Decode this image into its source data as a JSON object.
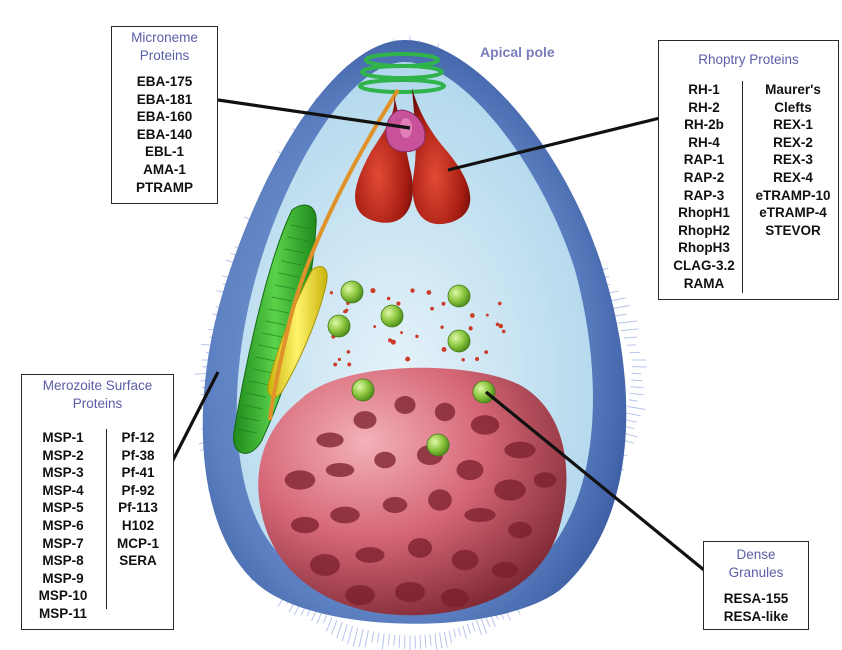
{
  "apical_label": "Apical pole",
  "microneme": {
    "heading": [
      "Microneme",
      "Proteins"
    ],
    "items": [
      "EBA-175",
      "EBA-181",
      "EBA-160",
      "EBA-140",
      "EBL-1",
      "AMA-1",
      "PTRAMP"
    ]
  },
  "rhoptry": {
    "heading": "Rhoptry Proteins",
    "col1": [
      "RH-1",
      "RH-2",
      "RH-2b",
      "RH-4",
      "RAP-1",
      "RAP-2",
      "RAP-3",
      "RhopH1",
      "RhopH2",
      "RhopH3",
      "CLAG-3.2",
      "RAMA"
    ],
    "col2": [
      "Maurer's",
      "Clefts",
      "REX-1",
      "REX-2",
      "REX-3",
      "REX-4",
      "eTRAMP-10",
      "eTRAMP-4",
      "STEVOR"
    ]
  },
  "merozoite": {
    "heading": [
      "Merozoite Surface",
      "Proteins"
    ],
    "col1": [
      "MSP-1",
      "MSP-2",
      "MSP-3",
      "MSP-4",
      "MSP-5",
      "MSP-6",
      "MSP-7",
      "MSP-8",
      "MSP-9",
      "MSP-10",
      "MSP-11"
    ],
    "col2": [
      "Pf-12",
      "Pf-38",
      "Pf-41",
      "Pf-92",
      "Pf-113",
      "H102",
      "MCP-1",
      "SERA"
    ]
  },
  "dense": {
    "heading": [
      "Dense",
      "Granules"
    ],
    "items": [
      "RESA-155",
      "RESA-like"
    ]
  },
  "colors": {
    "heading_text": "#5a5ea8",
    "apical_text": "#7a7dbc",
    "outer_coat": "#6c8fcc",
    "cytoplasm": "#cfe6f2",
    "rhoptry": "#b8261a",
    "microneme_tip": "#c8529a",
    "nucleus": "#c85a6c",
    "granule": "#8cc63f",
    "apicoplast": "#3fae2a",
    "mitochondrion": "#e8d81a"
  }
}
